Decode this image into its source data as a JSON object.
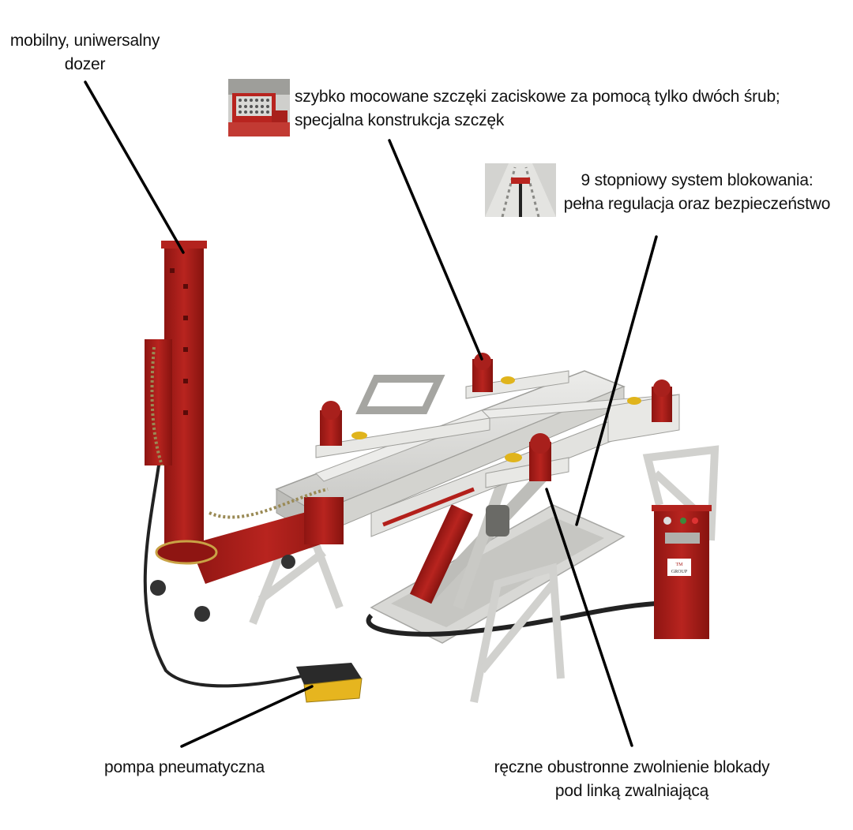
{
  "labels": {
    "dozer": {
      "line1": "mobilny, uniwersalny",
      "line2": "dozer"
    },
    "clamps": {
      "line1": "szybko mocowane szczęki zaciskowe za pomocą tylko dwóch śrub;",
      "line2": "specjalna konstrukcja szczęk"
    },
    "locking": {
      "line1": "9 stopniowy system blokowania:",
      "line2": "pełna regulacja oraz bezpieczeństwo"
    },
    "pump": {
      "line1": "pompa pneumatyczna"
    },
    "release": {
      "line1": "ręczne obustronne zwolnienie blokady",
      "line2": "pod linką zwalniającą"
    }
  },
  "cabinet_badge": {
    "line1": "TM",
    "line2": "GROUP"
  },
  "colors": {
    "frame_red": "#a8201c",
    "platform_grey": "#dcdcd8",
    "pump_yellow": "#e8b820",
    "leader_line": "#000000"
  }
}
